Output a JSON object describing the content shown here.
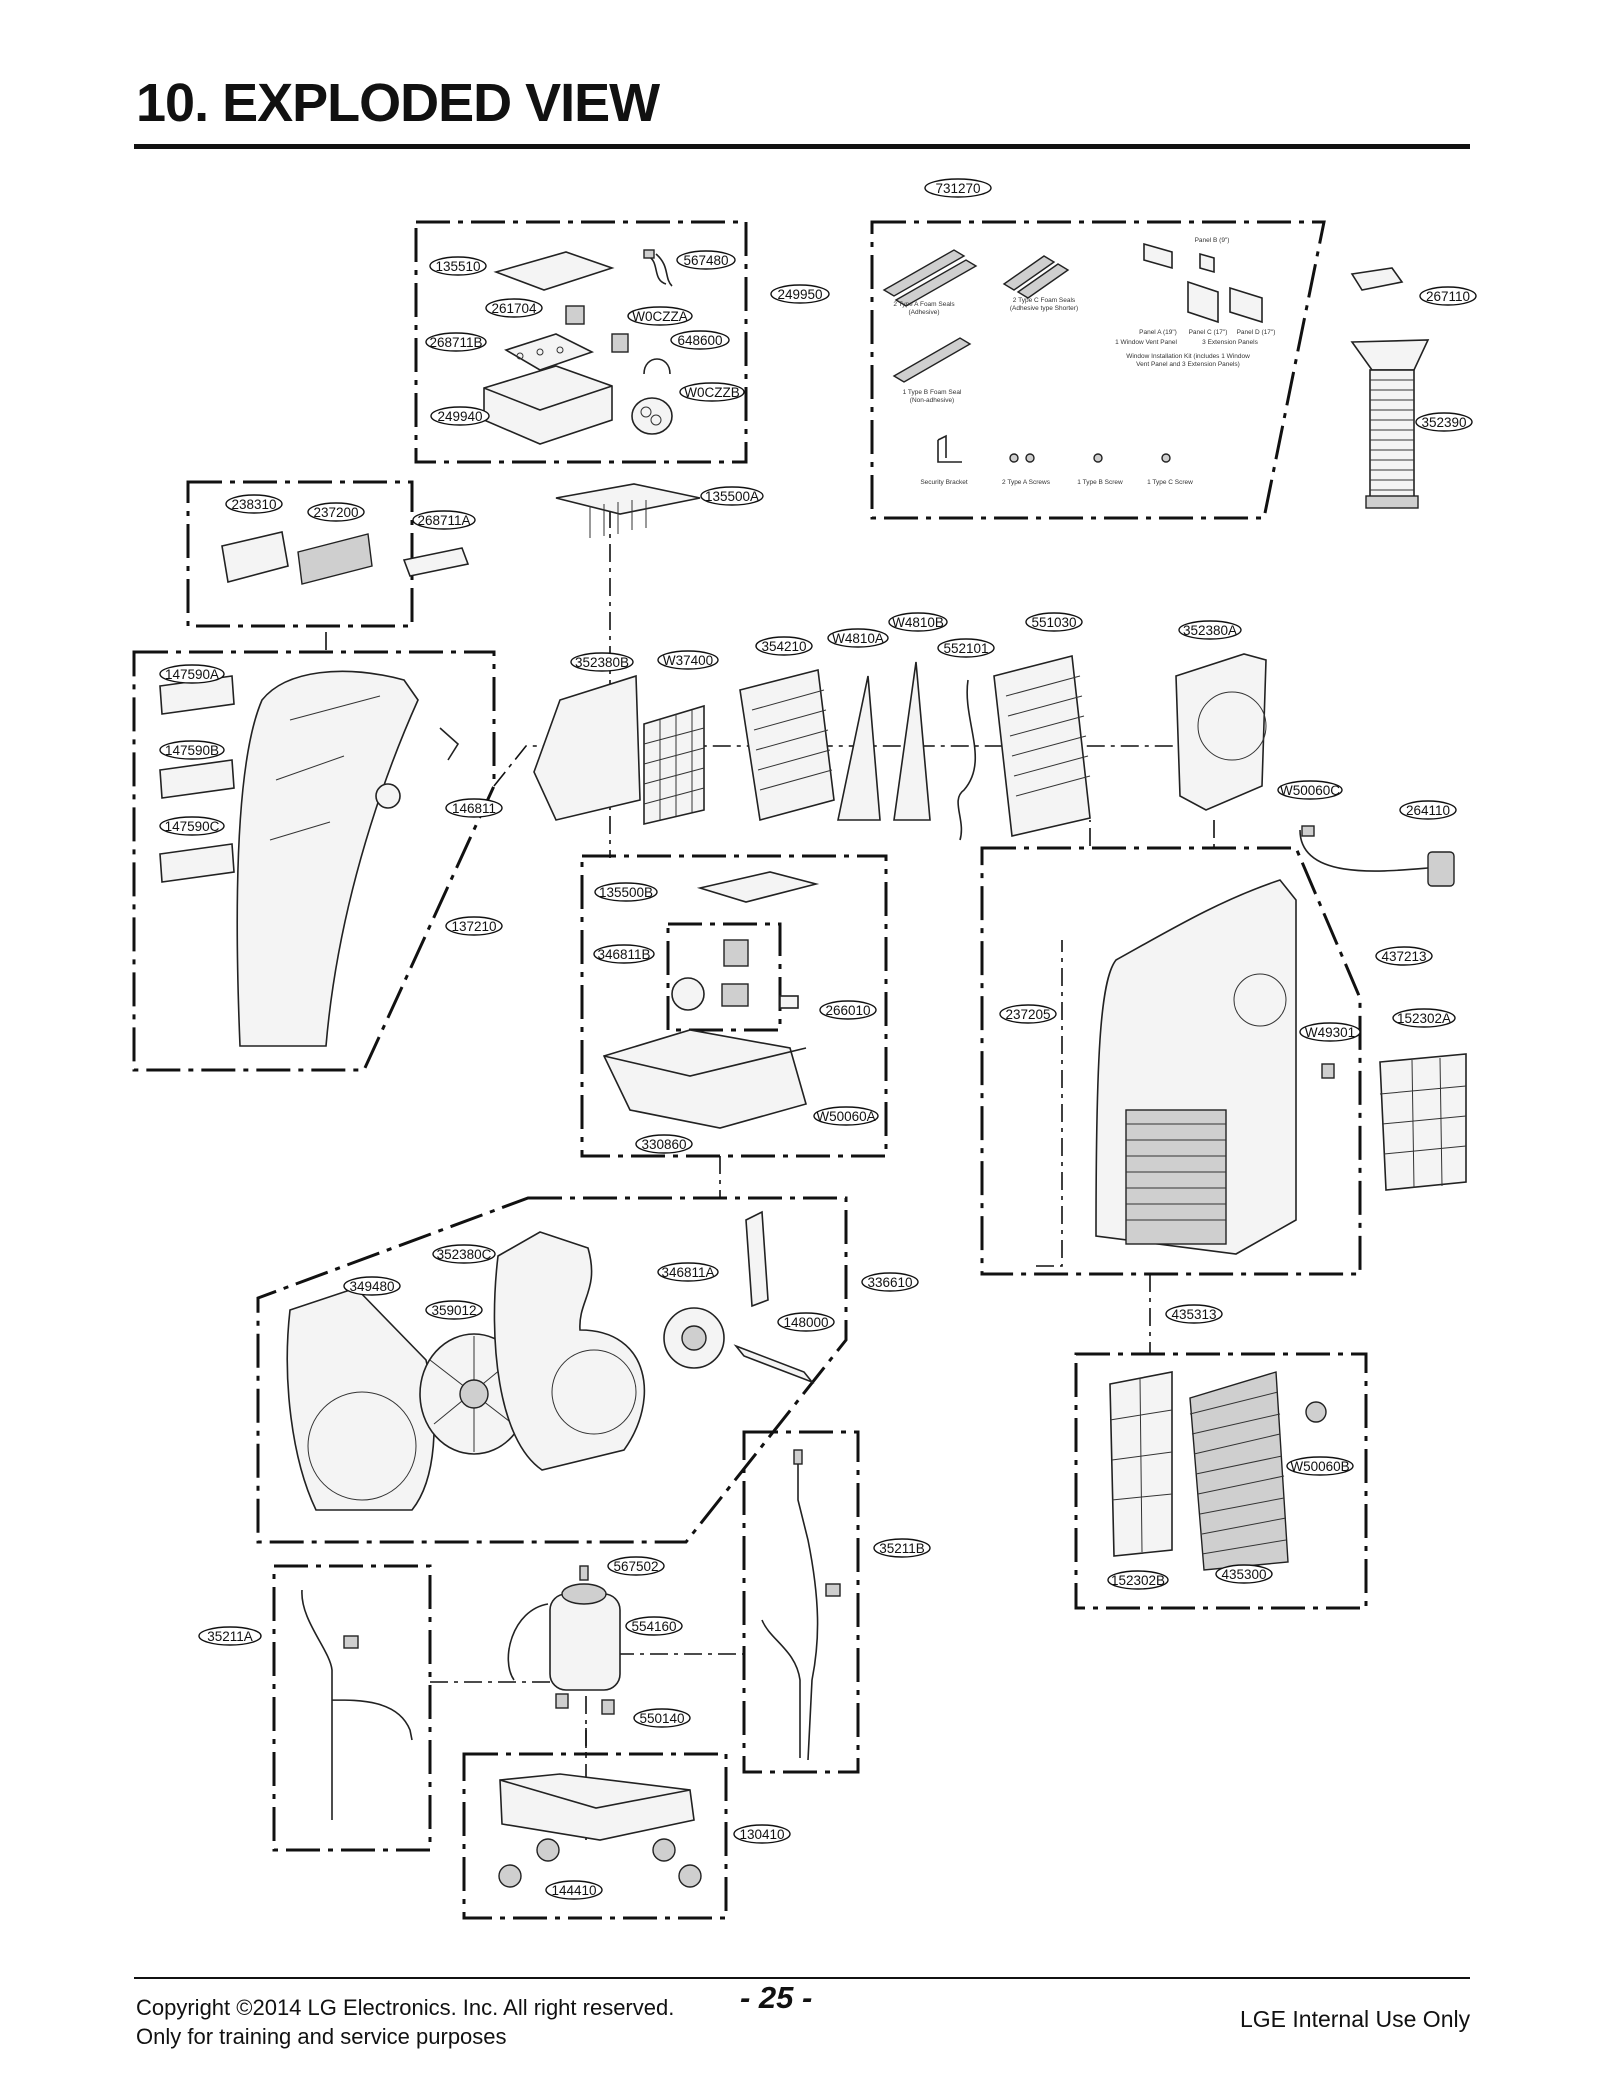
{
  "page": {
    "title": "10. EXPLODED VIEW",
    "copyright": "Copyright ©2014 LG Electronics. Inc. All right reserved.",
    "purpose": "Only for training and service purposes",
    "page_number": "- 25 -",
    "internal": "LGE Internal Use Only"
  },
  "kit": {
    "foam_a": "2 Type A Foam Seals",
    "foam_a_note": "(Adhesive)",
    "foam_c": "2 Type C Foam Seals",
    "foam_c_note": "(Adhesive type Shorter)",
    "foam_b": "1 Type B Foam Seal",
    "foam_b_note": "(Non-adhesive)",
    "panel_b": "Panel B (9\")",
    "panel_a": "Panel A (19\")",
    "panel_c": "Panel C (17\")",
    "panel_d": "Panel D (17\")",
    "vent_panel": "1 Window Vent Panel",
    "ext_panels": "3 Extension Panels",
    "install_kit_1": "Window Installation Kit (includes 1 Window",
    "install_kit_2": "Vent Panel and 3 Extension Panels)",
    "security_bracket": "Security Bracket",
    "screws_a": "2 Type A Screws",
    "screw_b": "1 Type B Screw",
    "screw_c": "1 Type C Screw"
  },
  "part_labels": {
    "p731270": "731270",
    "p135510": "135510",
    "p567480": "567480",
    "p249950": "249950",
    "p261704": "261704",
    "pW0CZZA": "W0CZZA",
    "p268711B": "268711B",
    "p648600": "648600",
    "pW0CZZB": "W0CZZB",
    "p249940": "249940",
    "p267110": "267110",
    "p352390": "352390",
    "p238310": "238310",
    "p237200": "237200",
    "p268711A": "268711A",
    "p135500A": "135500A",
    "p147590A": "147590A",
    "p147590B": "147590B",
    "p147590C": "147590C",
    "p146811": "146811",
    "p137210": "137210",
    "p352380B": "352380B",
    "pW37400": "W37400",
    "p354210": "354210",
    "pW4810A": "W4810A",
    "pW4810B": "W4810B",
    "p552101": "552101",
    "p551030": "551030",
    "p352380A": "352380A",
    "pW50060C": "W50060C",
    "p264110": "264110",
    "p135500B": "135500B",
    "p346811B": "346811B",
    "p266010": "266010",
    "pW50060A": "W50060A",
    "p330860": "330860",
    "p437213": "437213",
    "p237205": "237205",
    "pW49301": "W49301",
    "p152302A": "152302A",
    "p352380C": "352380C",
    "p349480": "349480",
    "p359012": "359012",
    "p346811A": "346811A",
    "p336610": "336610",
    "p148000": "148000",
    "p435313": "435313",
    "pW50060B": "W50060B",
    "p152302B": "152302B",
    "p435300": "435300",
    "p567502": "567502",
    "p35211B": "35211B",
    "p35211A": "35211A",
    "p554160": "554160",
    "p550140": "550140",
    "p130410": "130410",
    "p144410": "144410"
  }
}
